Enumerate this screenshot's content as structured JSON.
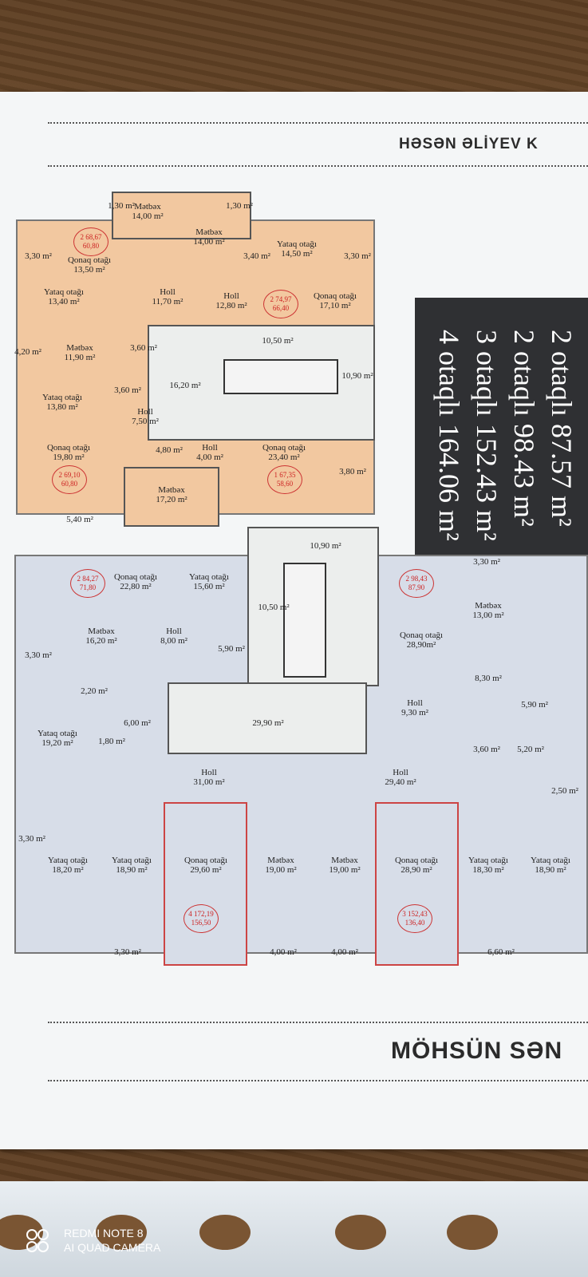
{
  "photo": {
    "streets": {
      "top": "HƏSƏN ƏLİYEV K",
      "bottom": "MÖHSÜN SƏN"
    },
    "info": {
      "lines": [
        "2 otaqlı 87.57 m²",
        "2 otaqlı 98.43 m²",
        "3 otaqlı 152.43 m²",
        "4 otaqlı 164.06 m²"
      ]
    },
    "camera": {
      "line1": "REDMI NOTE 8",
      "line2": "AI QUAD CAMERA"
    },
    "upper_rooms": [
      {
        "name": "Mətbəx",
        "area": "14,00 m²"
      },
      {
        "name": "Mətbəx",
        "area": "14,00 m²"
      },
      {
        "name": "Qonaq otağı",
        "area": "13,50 m²"
      },
      {
        "name": "Yataq otağı",
        "area": "14,50 m²"
      },
      {
        "name": "Yataq otağı",
        "area": "13,40 m²"
      },
      {
        "name": "Holl",
        "area": "11,70 m²"
      },
      {
        "name": "Holl",
        "area": "12,80 m²"
      },
      {
        "name": "Qonaq otağı",
        "area": "17,10 m²"
      },
      {
        "name": "Mətbəx",
        "area": "11,90 m²"
      },
      {
        "name": "Yataq otağı",
        "area": "13,80 m²"
      },
      {
        "name": "Holl",
        "area": "7,50 m²"
      },
      {
        "name": "Qonaq otağı",
        "area": "19,80 m²"
      },
      {
        "name": "Holl",
        "area": "4,00 m²"
      },
      {
        "name": "Qonaq otağı",
        "area": "23,40 m²"
      },
      {
        "name": "Mətbəx",
        "area": "17,20 m²"
      }
    ],
    "upper_small": [
      "1,30 m²",
      "1,30 m²",
      "3,30 m²",
      "3,40 m²",
      "3,30 m²",
      "4,20 m²",
      "3,60 m²",
      "3,60 m²",
      "16,20 m²",
      "10,50 m²",
      "10,90 m²",
      "4,80 m²",
      "3,80 m²",
      "5,40 m²"
    ],
    "upper_badges": [
      {
        "n": "2",
        "a": "68,67",
        "b": "60,80"
      },
      {
        "n": "2",
        "a": "74,97",
        "b": "66,40"
      },
      {
        "n": "2",
        "a": "69,10",
        "b": "60,80"
      },
      {
        "n": "1",
        "a": "67,35",
        "b": "58,60"
      }
    ],
    "lower_rooms": [
      {
        "name": "Qonaq otağı",
        "area": "22,80 m²"
      },
      {
        "name": "Yataq otağı",
        "area": "15,60 m²"
      },
      {
        "name": "Mətbəx",
        "area": "16,20 m²"
      },
      {
        "name": "Holl",
        "area": "8,00 m²"
      },
      {
        "name": "Yataq otağı",
        "area": "19,20 m²"
      },
      {
        "name": "Holl",
        "area": "31,00 m²"
      },
      {
        "name": "Holl",
        "area": "29,40 m²"
      },
      {
        "name": "Qonaq otağı",
        "area": "28,90m²"
      },
      {
        "name": "Mətbəx",
        "area": "13,00 m²"
      },
      {
        "name": "Holl",
        "area": "9,30 m²"
      },
      {
        "name": "Yataq otağı",
        "area": "18,20 m²"
      },
      {
        "name": "Yataq otağı",
        "area": "18,90 m²"
      },
      {
        "name": "Qonaq otağı",
        "area": "29,60 m²"
      },
      {
        "name": "Mətbəx",
        "area": "19,00 m²"
      },
      {
        "name": "Mətbəx",
        "area": "19,00 m²"
      },
      {
        "name": "Qonaq otağı",
        "area": "28,90 m²"
      },
      {
        "name": "Yataq otağı",
        "area": "18,30 m²"
      },
      {
        "name": "Yataq otağı",
        "area": "18,90 m²"
      }
    ],
    "lower_small": [
      "10,90 m²",
      "10,50 m²",
      "3,30 m²",
      "3,30 m²",
      "5,90 m²",
      "29,90 m²",
      "2,20 m²",
      "6,00 m²",
      "1,80 m²",
      "8,30 m²",
      "5,90 m²",
      "3,60 m²",
      "5,20 m²",
      "2,50 m²",
      "3,30 m²",
      "3,30 m²",
      "4,00 m²",
      "4,00 m²",
      "6,60 m²"
    ],
    "lower_badges": [
      {
        "n": "2",
        "a": "84,27",
        "b": "71,80"
      },
      {
        "n": "2",
        "a": "98,43",
        "b": "87,90"
      },
      {
        "n": "4",
        "a": "172,19",
        "b": "156,50"
      },
      {
        "n": "3",
        "a": "152,43",
        "b": "136,40"
      }
    ]
  }
}
